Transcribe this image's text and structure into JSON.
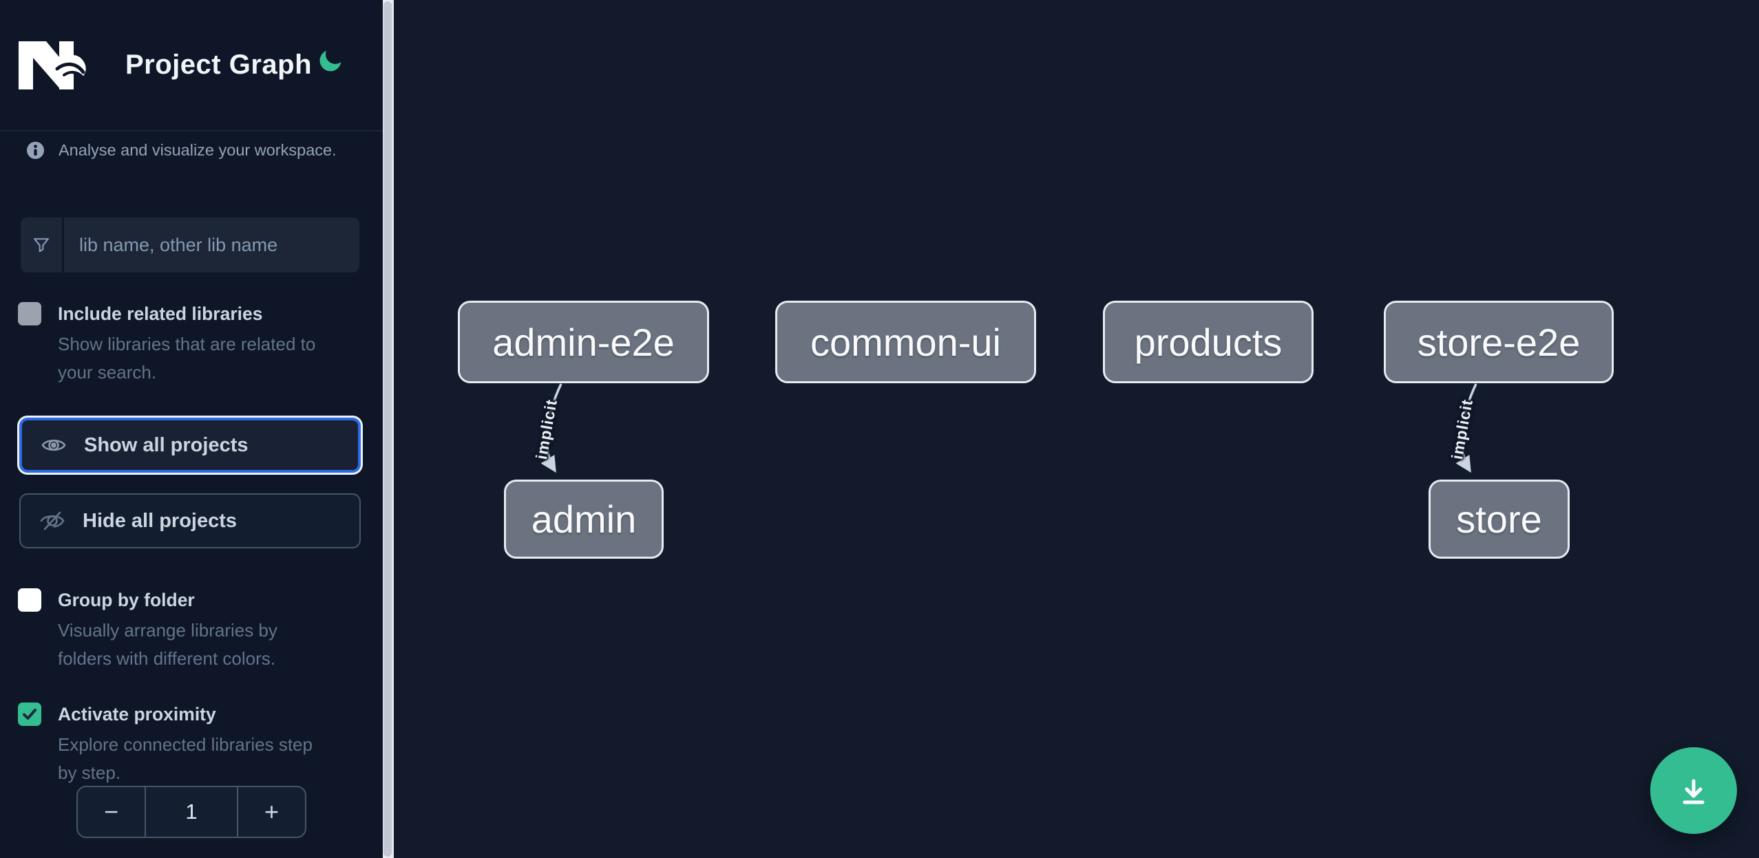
{
  "header": {
    "title": "Project Graph",
    "logo": "nx-logo",
    "theme_toggle": "moon-icon"
  },
  "sidebar": {
    "tagline": "Analyse and visualize your workspace.",
    "search": {
      "placeholder": "lib name, other lib name",
      "value": "",
      "icon": "funnel-icon"
    },
    "toggles": [
      {
        "label": "Include related libraries",
        "description": "Show libraries that are related to\nyour search.",
        "checked": false
      },
      {
        "label": "Group by folder",
        "description": "Visually arrange libraries by\nfolders with different colors.",
        "checked": false
      },
      {
        "label": "Activate proximity",
        "description": "Explore connected libraries step\nby step.",
        "checked": true
      }
    ],
    "actions": [
      {
        "label": "Show all projects",
        "icon": "eye-icon",
        "focused": true
      },
      {
        "label": "Hide all projects",
        "icon": "eye-slash-icon",
        "focused": false
      }
    ],
    "stepper": {
      "decrement": "−",
      "value": "1",
      "increment": "+"
    }
  },
  "graph": {
    "nodes": [
      {
        "label": "admin-e2e"
      },
      {
        "label": "common-ui"
      },
      {
        "label": "products"
      },
      {
        "label": "store-e2e"
      },
      {
        "label": "admin"
      },
      {
        "label": "store"
      }
    ],
    "edges": [
      {
        "from": "admin-e2e",
        "to": "admin",
        "label": "implicit"
      },
      {
        "from": "store-e2e",
        "to": "store",
        "label": "implicit"
      }
    ],
    "download_button": "download-icon"
  },
  "colors": {
    "accent_green": "#34bd90",
    "focus_blue": "#2c6be6",
    "node_fill": "#6b7280",
    "node_border": "#e8ebef",
    "edge": "#cbd5e1",
    "sidebar_bg": "#0e1627",
    "canvas_bg": "#121a2b"
  }
}
